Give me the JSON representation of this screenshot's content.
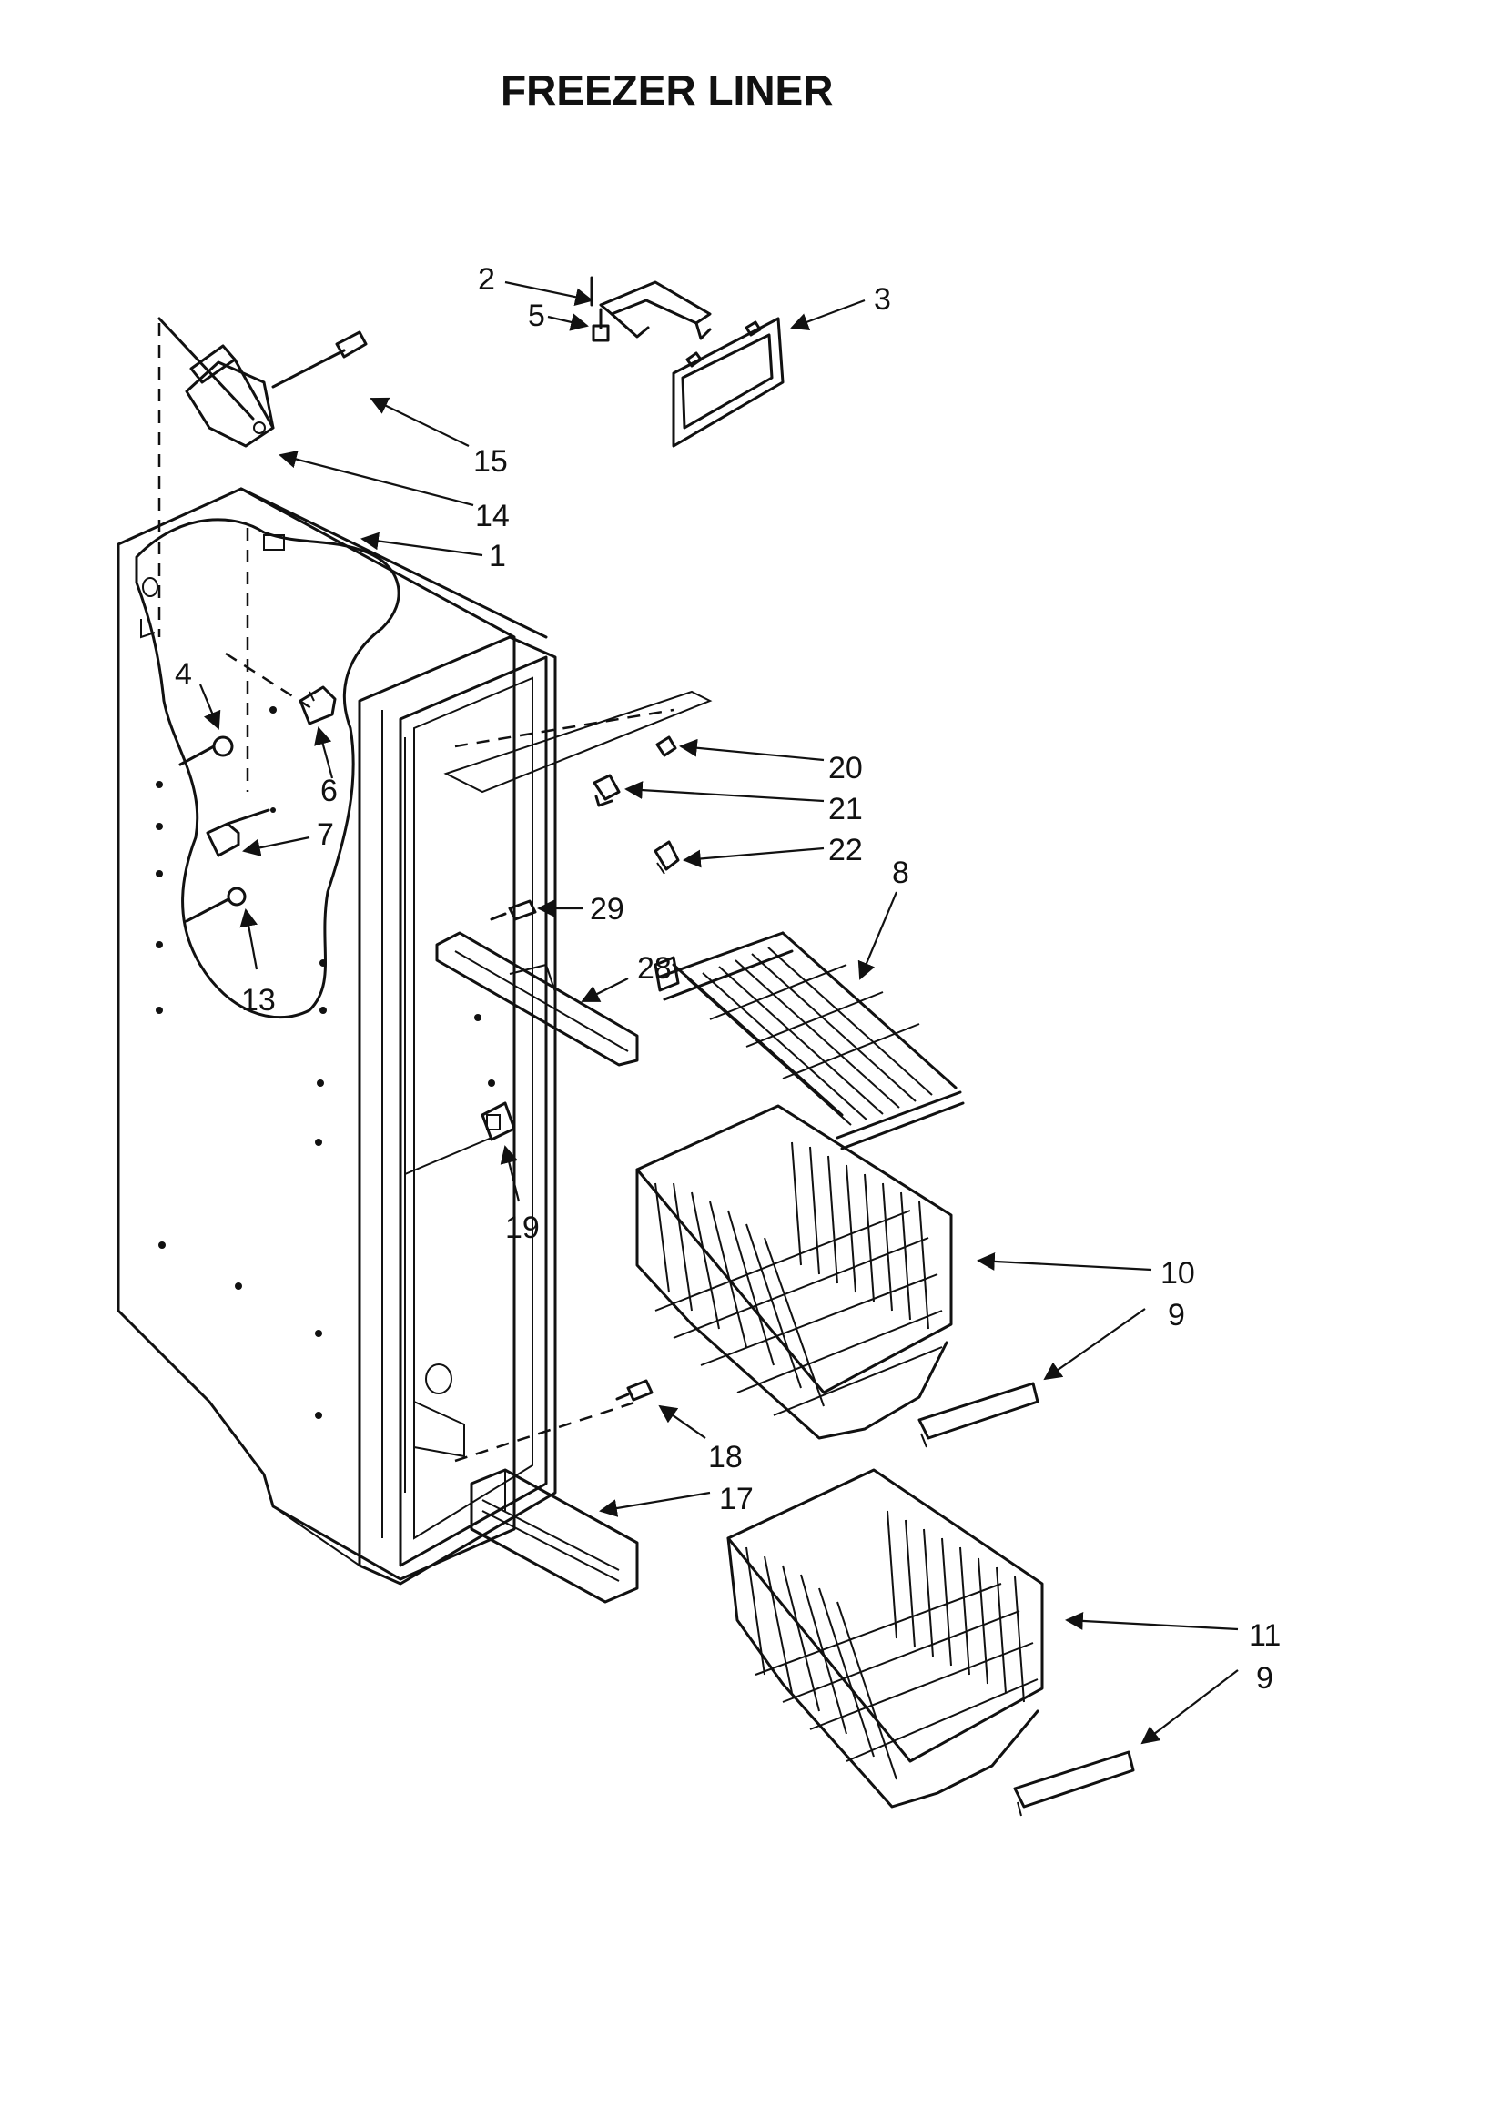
{
  "title": "FREEZER LINER",
  "callouts": {
    "c1": "1",
    "c2": "2",
    "c3": "3",
    "c4": "4",
    "c5": "5",
    "c6": "6",
    "c7": "7",
    "c8": "8",
    "c9a": "9",
    "c9b": "9",
    "c10": "10",
    "c11": "11",
    "c13": "13",
    "c14": "14",
    "c15": "15",
    "c17": "17",
    "c18": "18",
    "c19": "19",
    "c20": "20",
    "c21": "21",
    "c22": "22",
    "c28": "28",
    "c29": "29"
  }
}
